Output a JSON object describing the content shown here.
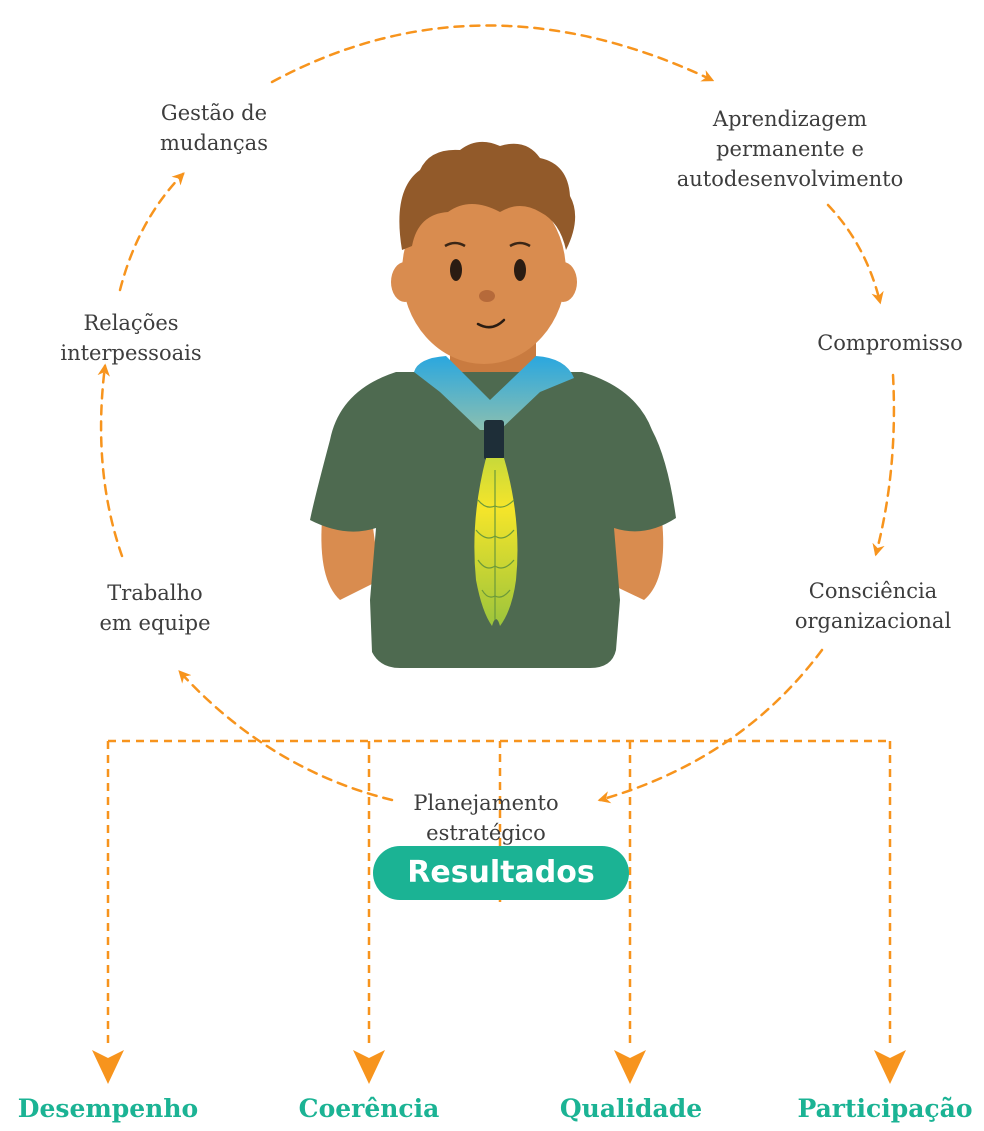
{
  "cycle": {
    "items": [
      {
        "id": "gestao",
        "lines": [
          "Gestão de",
          "mudanças"
        ]
      },
      {
        "id": "aprendizagem",
        "lines": [
          "Aprendizagem",
          "permanente e",
          "autodesenvolvimento"
        ]
      },
      {
        "id": "compromisso",
        "lines": [
          "Compromisso"
        ]
      },
      {
        "id": "consciencia",
        "lines": [
          "Consciência",
          "organizacional"
        ]
      },
      {
        "id": "planejamento",
        "lines": [
          "Planejamento",
          "estratégico"
        ]
      },
      {
        "id": "trabalho",
        "lines": [
          "Trabalho",
          "em equipe"
        ]
      },
      {
        "id": "relacoes",
        "lines": [
          "Relações",
          "interpessoais"
        ]
      }
    ]
  },
  "results": {
    "title": "Resultados",
    "items": [
      "Desempenho",
      "Coerência",
      "Qualidade",
      "Participação"
    ]
  },
  "colors": {
    "arrow": "#f7941d",
    "accent": "#1bb394",
    "shirt": "#4e6a50",
    "skin": "#d98c4f",
    "hair": "#925a2a",
    "scarf_top": "#2aa7df",
    "tie_yellow": "#f5e52a",
    "tie_green": "#a8cc3e",
    "text": "#3d3d3d"
  }
}
